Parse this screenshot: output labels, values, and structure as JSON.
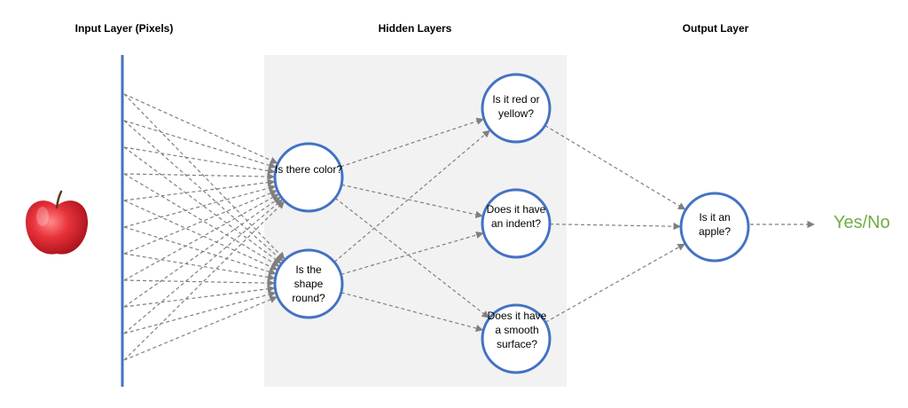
{
  "headings": {
    "input": "Input Layer (Pixels)",
    "hidden": "Hidden Layers",
    "output": "Output Layer"
  },
  "hidden_layer_1": [
    {
      "label": "Is there color?"
    },
    {
      "label": "Is the shape round?"
    }
  ],
  "hidden_layer_2": [
    {
      "label": "Is it red or yellow?"
    },
    {
      "label": "Does it have an indent?"
    },
    {
      "label": "Does it have a smooth surface?"
    }
  ],
  "output_node": {
    "label": "Is it an apple?"
  },
  "result": {
    "label": "Yes/No"
  },
  "input_image": {
    "subject": "apple",
    "icon": "apple-icon"
  },
  "colors": {
    "node_stroke": "#4472C4",
    "input_bar": "#4472C4",
    "edge": "#7F7F7F",
    "hidden_panel": "#F2F2F2",
    "result_text": "#70AD47"
  }
}
